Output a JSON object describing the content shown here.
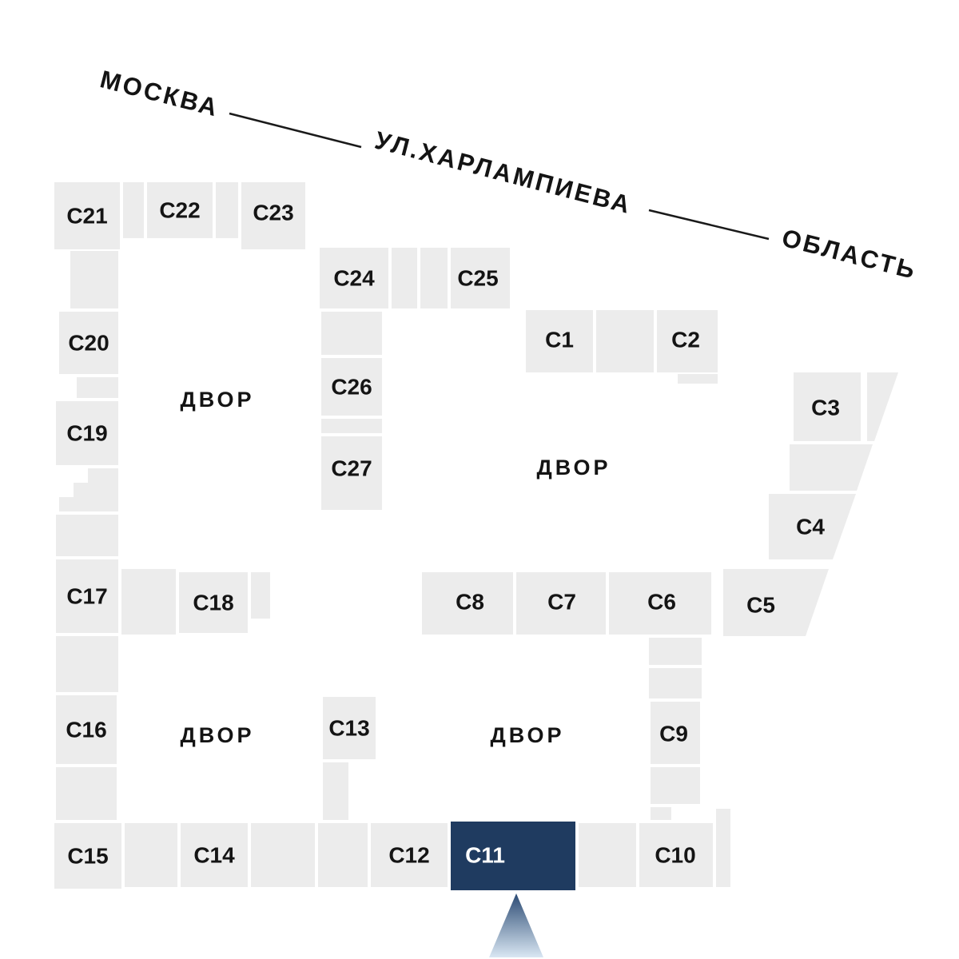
{
  "plan": {
    "street": {
      "left_label": "МОСКВА",
      "name": "УЛ.ХАРЛАМПИЕВА",
      "right_label": "ОБЛАСТЬ"
    },
    "courtyards": [
      "ДВОР",
      "ДВОР",
      "ДВОР",
      "ДВОР"
    ],
    "selected_block": "С11",
    "colors": {
      "building": "#ececec",
      "highlight": "#1f3b60",
      "highlight_label": "#ffffff",
      "label": "#141414",
      "marker_top": "#2b4a73",
      "marker_bottom": "#d9e7f3"
    },
    "icons": {
      "selected_pointer": "triangle-up"
    },
    "blocks": {
      "c1": "С1",
      "c2": "С2",
      "c3": "С3",
      "c4": "С4",
      "c5": "С5",
      "c6": "С6",
      "c7": "С7",
      "c8": "С8",
      "c9": "С9",
      "c10": "С10",
      "c11": "С11",
      "c12": "С12",
      "c13": "С13",
      "c14": "С14",
      "c15": "С15",
      "c16": "С16",
      "c17": "С17",
      "c18": "С18",
      "c19": "С19",
      "c20": "С20",
      "c21": "С21",
      "c22": "С22",
      "c23": "С23",
      "c24": "С24",
      "c25": "С25",
      "c26": "С26",
      "c27": "С27"
    }
  }
}
